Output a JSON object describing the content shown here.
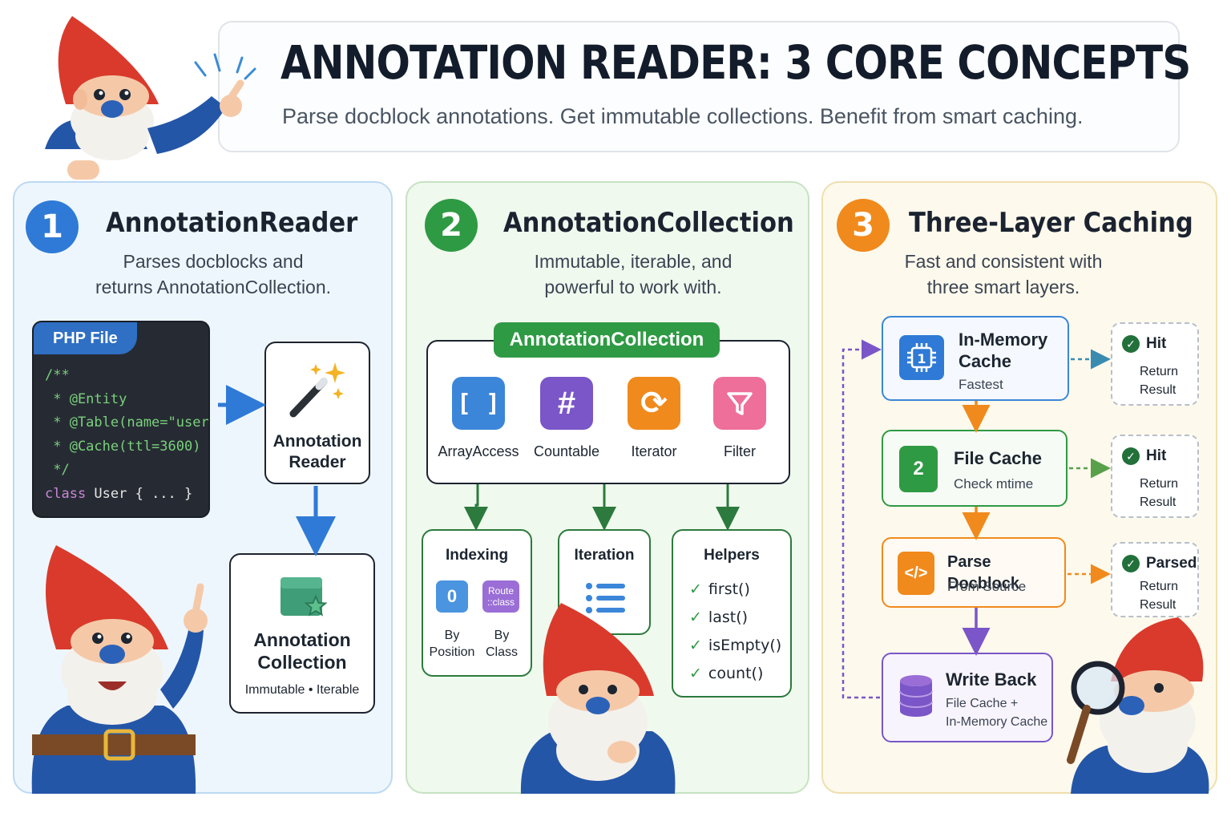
{
  "header": {
    "title": "ANNOTATION READER: 3 CORE CONCEPTS",
    "subtitle": "Parse docblock annotations. Get immutable collections. Benefit from smart caching."
  },
  "colors": {
    "blue": "#2f7ad6",
    "green": "#2f9a44",
    "orange": "#f08a1c",
    "purple": "#7a56c8",
    "pink": "#ee6f9a"
  },
  "panel1": {
    "number": "1",
    "title": "AnnotationReader",
    "desc_line1": "Parses docblocks and",
    "desc_line2": "returns AnnotationCollection.",
    "code": {
      "tab": "PHP File",
      "line1": "/**",
      "line2": " * @Entity",
      "line3": " * @Table(name=\"users\")",
      "line4": " * @Cache(ttl=3600)",
      "line5": " */",
      "keyword": "class",
      "line6_rest": " User { ... }"
    },
    "reader_card": {
      "line1": "Annotation",
      "line2": "Reader",
      "icon": "magic-wand-icon"
    },
    "collection_card": {
      "line1": "Annotation",
      "line2": "Collection",
      "sub": "Immutable • Iterable",
      "icon": "box-star-icon"
    }
  },
  "panel2": {
    "number": "2",
    "title": "AnnotationCollection",
    "desc_line1": "Immutable, iterable, and",
    "desc_line2": "powerful to work with.",
    "collection_label": "AnnotationCollection",
    "interfaces": [
      {
        "label": "ArrayAccess",
        "glyph": "[ ]",
        "icon": "brackets-icon",
        "color": "#3b86d9"
      },
      {
        "label": "Countable",
        "glyph": "#",
        "icon": "hash-icon",
        "color": "#7a56c8"
      },
      {
        "label": "Iterator",
        "glyph": "⟳",
        "icon": "refresh-icon",
        "color": "#f08a1c"
      },
      {
        "label": "Filter",
        "glyph": "⛛",
        "icon": "filter-icon",
        "color": "#ee6f9a"
      }
    ],
    "indexing": {
      "title": "Indexing",
      "position_glyph": "0",
      "class_glyph_1": "Route",
      "class_glyph_2": "::class",
      "by_position_1": "By",
      "by_position_2": "Position",
      "by_class_1": "By",
      "by_class_2": "Class"
    },
    "iteration": {
      "title": "Iteration",
      "icon": "list-icon"
    },
    "helpers": {
      "title": "Helpers",
      "items": [
        "first()",
        "last()",
        "isEmpty()",
        "count()"
      ]
    }
  },
  "panel3": {
    "number": "3",
    "title": "Three-Layer Caching",
    "desc_line1": "Fast and consistent with",
    "desc_line2": "three smart layers.",
    "layers": [
      {
        "title_line1": "In-Memory",
        "title_line2": "Cache",
        "sub": "Fastest",
        "icon": "chip-icon",
        "glyph": "1"
      },
      {
        "title_line1": "File Cache",
        "sub": "Check mtime",
        "icon": "file-icon",
        "glyph": "2"
      },
      {
        "title_line1": "Parse Docblock",
        "sub": "From Source",
        "icon": "code-icon",
        "glyph": "</>"
      },
      {
        "title_line1": "Write Back",
        "sub_line1": "File Cache +",
        "sub_line2": "In-Memory Cache",
        "icon": "database-icon"
      }
    ],
    "results": [
      {
        "status": "Hit",
        "line1": "Return",
        "line2": "Result"
      },
      {
        "status": "Hit",
        "line1": "Return",
        "line2": "Result"
      },
      {
        "status": "Parsed",
        "line1": "Return",
        "line2": "Result"
      }
    ]
  }
}
